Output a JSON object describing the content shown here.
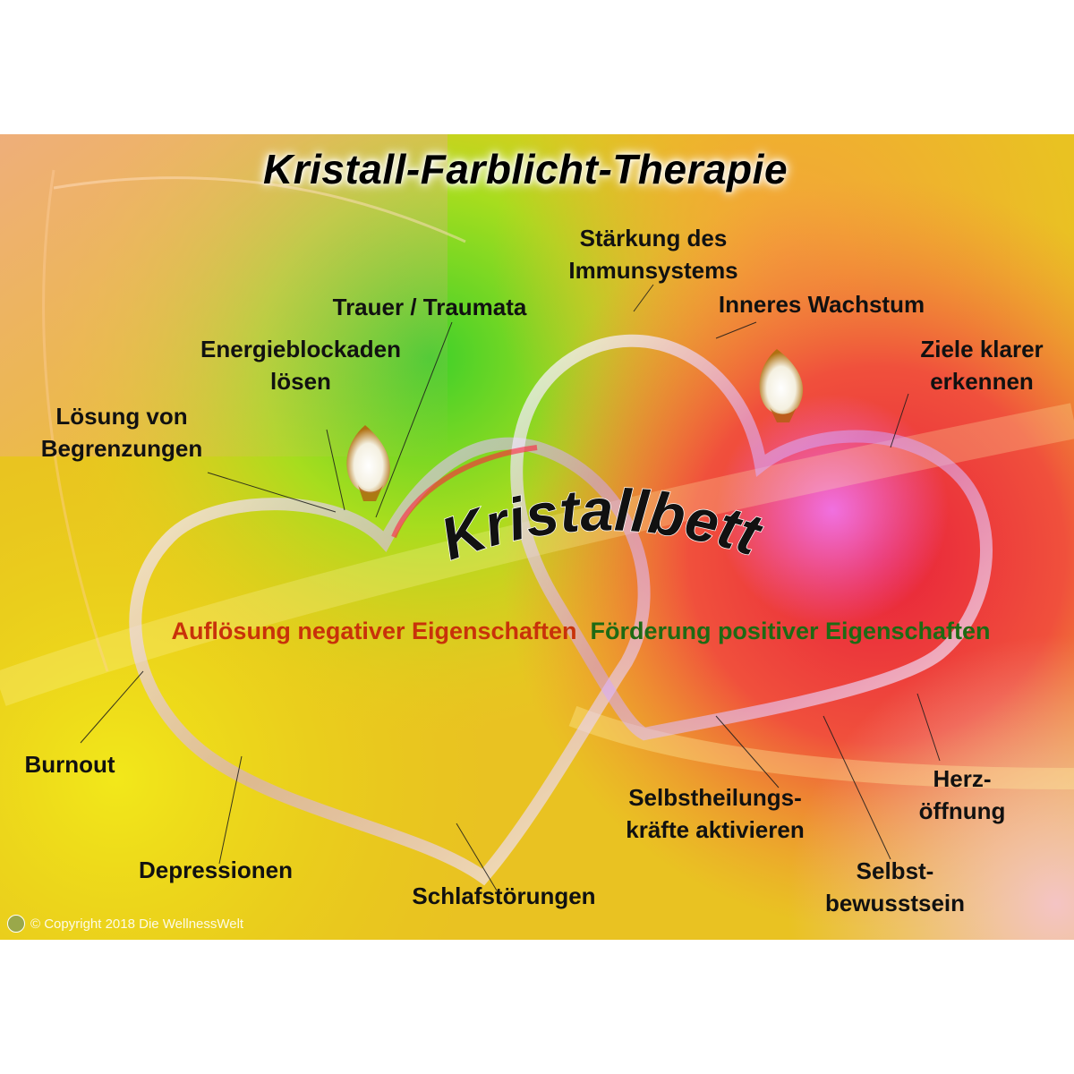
{
  "title": "Kristall-Farblicht-Therapie",
  "center_word": "Kristallbett",
  "left_heart_text": [
    "Auflösung negativer",
    "Eigenschaften"
  ],
  "right_heart_text": [
    "Förderung positiver",
    "Eigenschaften"
  ],
  "labels": {
    "staerkung": [
      "Stärkung des",
      "Immunsystems"
    ],
    "trauer": [
      "Trauer / Traumata"
    ],
    "inneres": [
      "Inneres Wachstum"
    ],
    "energie": [
      "Energieblockaden",
      "lösen"
    ],
    "ziele": [
      "Ziele klarer",
      "erkennen"
    ],
    "loesung": [
      "Lösung von",
      "Begrenzungen"
    ],
    "burnout": [
      "Burnout"
    ],
    "herz": [
      "Herz-",
      "öffnung"
    ],
    "selbstheilung": [
      "Selbstheilungs-",
      "kräfte aktivieren"
    ],
    "depressionen": [
      "Depressionen"
    ],
    "selbstbewusstsein": [
      "Selbst-",
      "bewusstsein"
    ],
    "schlaf": [
      "Schlafstörungen"
    ]
  },
  "copyright": "© Copyright 2018 Die WellnessWelt",
  "colors": {
    "title": "#111111",
    "negative": "#c8320a",
    "positive": "#1e6a14",
    "label": "#111111"
  }
}
